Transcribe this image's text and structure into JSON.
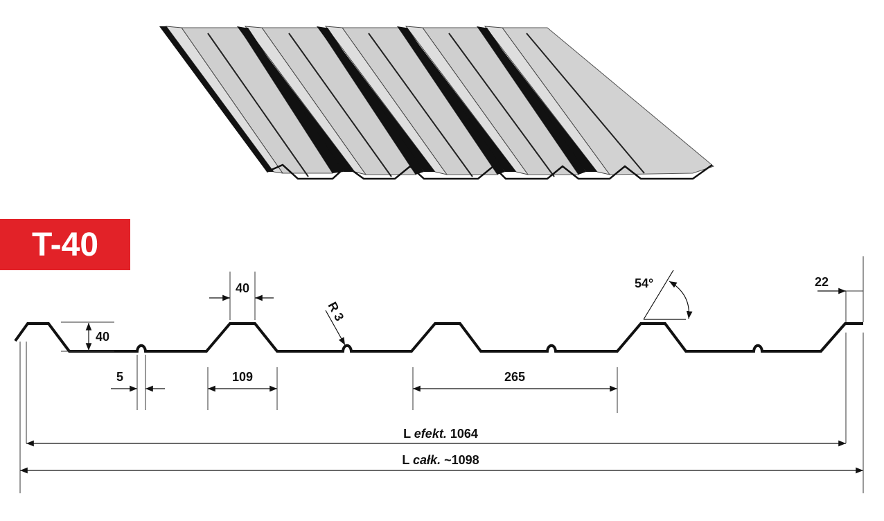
{
  "badge": {
    "text": "T-40"
  },
  "dimensions": {
    "crest_width": "40",
    "height": "40",
    "radius": "R 3",
    "angle": "54°",
    "edge": "22",
    "stiffener": "5",
    "base_width": "109",
    "pitch": "265",
    "length_effective": {
      "prefix": "L ",
      "italic": "efekt.",
      "value": " 1064"
    },
    "length_total": {
      "prefix": "L ",
      "italic": "całk.",
      "value": " ~1098"
    }
  },
  "colors": {
    "badge": "#e22228",
    "sheet_light": "#c9c9c9",
    "sheet_dark": "#111111",
    "line": "#111111"
  }
}
